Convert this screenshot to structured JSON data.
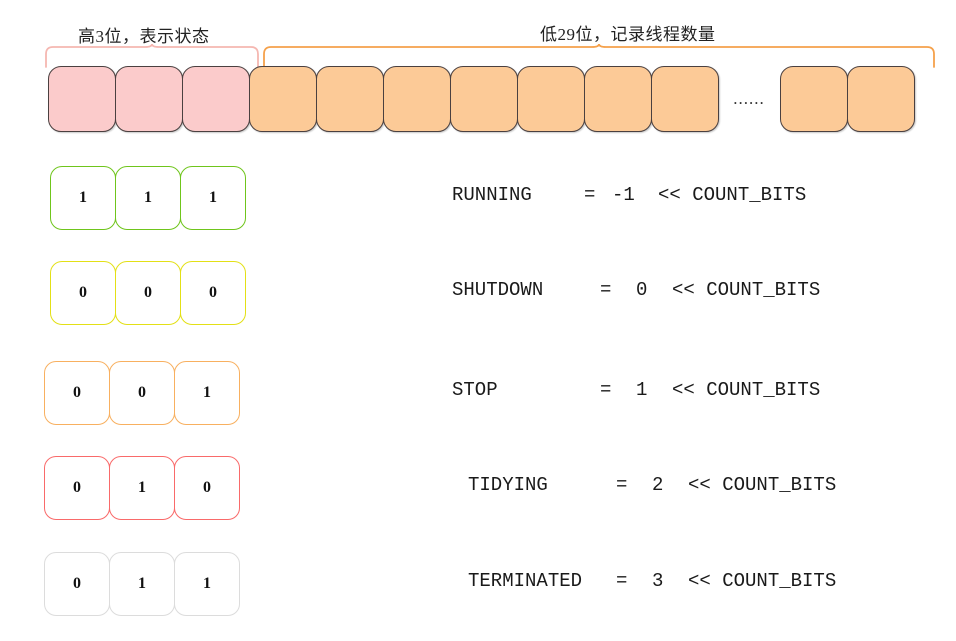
{
  "diagram": {
    "title_high_bits": "高3位，表示状态",
    "title_low_bits": "低29位，记录线程数量",
    "ellipsis": "......",
    "colors": {
      "state_fill": "#FBCBCB",
      "count_fill": "#FCCA97",
      "cell_border": "#4A4040",
      "brace_high": "#F5B7B1",
      "brace_low": "#F5A14B"
    },
    "bit_strip": {
      "state_cells": 3,
      "count_cells_left": 7,
      "count_cells_right": 2
    },
    "states": [
      {
        "name": "RUNNING",
        "bits": [
          "1",
          "1",
          "1"
        ],
        "eq": "=",
        "value": "-1",
        "shift": "<< COUNT_BITS",
        "border_color": "#6FC51C"
      },
      {
        "name": "SHUTDOWN",
        "bits": [
          "0",
          "0",
          "0"
        ],
        "eq": "=",
        "value": "0",
        "shift": "<< COUNT_BITS",
        "border_color": "#E3E016"
      },
      {
        "name": "STOP",
        "bits": [
          "0",
          "0",
          "1"
        ],
        "eq": "=",
        "value": "1",
        "shift": "<< COUNT_BITS",
        "border_color": "#F8B060"
      },
      {
        "name": "TIDYING",
        "bits": [
          "0",
          "1",
          "0"
        ],
        "eq": "=",
        "value": "2",
        "shift": "<< COUNT_BITS",
        "border_color": "#F96A6A"
      },
      {
        "name": "TERMINATED",
        "bits": [
          "0",
          "1",
          "1"
        ],
        "eq": "=",
        "value": "3",
        "shift": "<< COUNT_BITS",
        "border_color": "#DCDCDC"
      }
    ]
  }
}
